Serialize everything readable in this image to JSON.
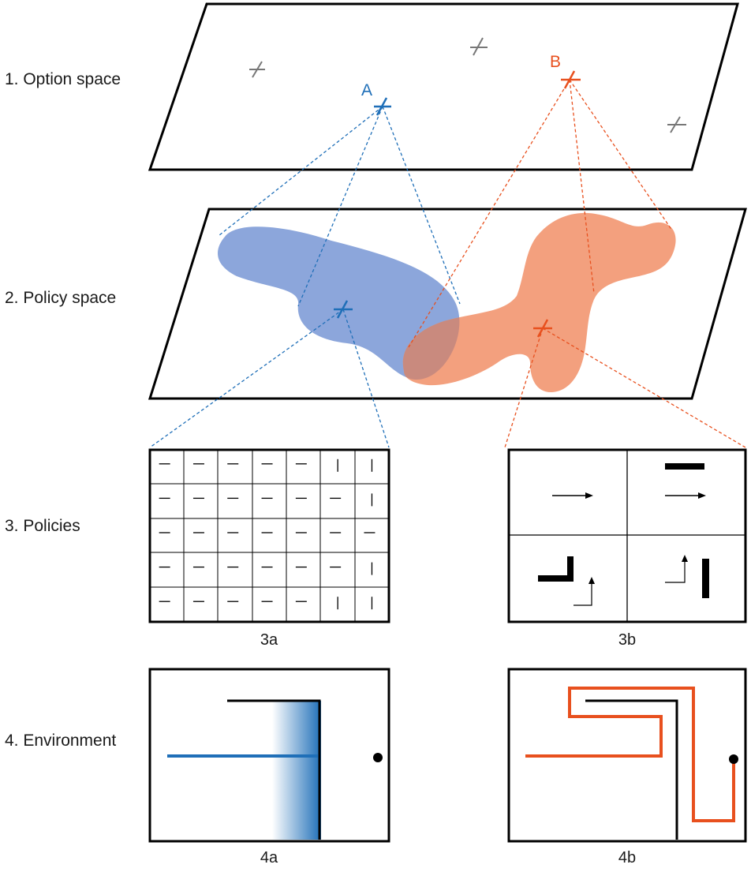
{
  "rows": {
    "option_space": "1. Option space",
    "policy_space": "2. Policy space",
    "policies": "3. Policies",
    "environment": "4. Environment"
  },
  "points": {
    "a_label": "A",
    "b_label": "B"
  },
  "captions": {
    "policies_a": "3a",
    "policies_b": "3b",
    "environment_a": "4a",
    "environment_b": "4b"
  },
  "colors": {
    "option_a": "#1f6fb8",
    "option_b": "#e8501e",
    "region_a": "#8ca6db",
    "region_b": "#f3a07e",
    "region_overlap": "#c98a7e",
    "neutral_marker": "#777777",
    "outline": "#000000"
  }
}
